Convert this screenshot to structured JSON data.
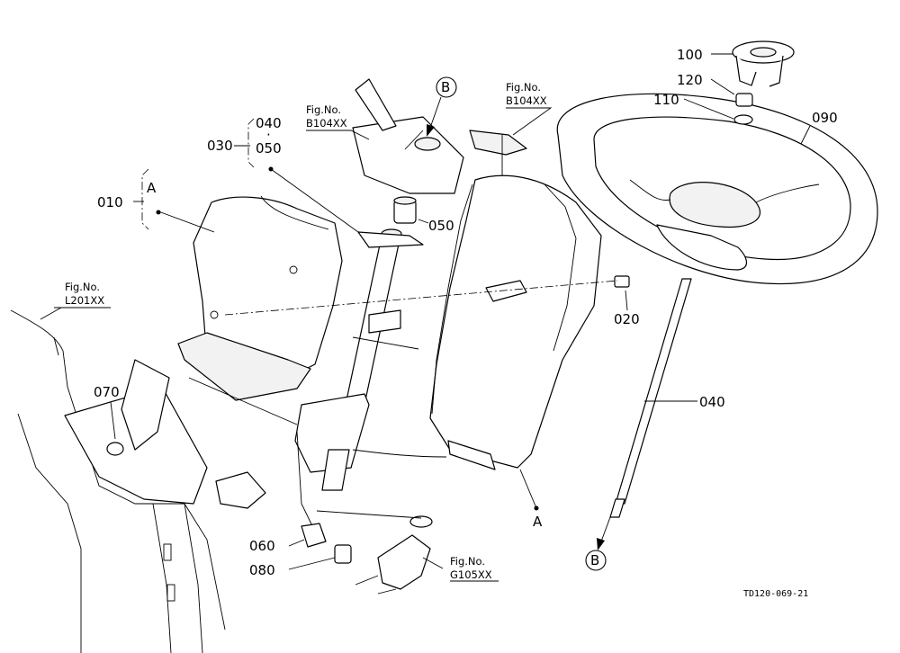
{
  "diagram_code": "TD120-069-21",
  "callouts": {
    "p100": "100",
    "p120": "120",
    "p110": "110",
    "p090": "090",
    "p030": "030",
    "p040a": "040",
    "p040_sep": "·",
    "p050a": "050",
    "p050b": "050",
    "p010": "010",
    "pA_top": "A",
    "pA_bottom": "A",
    "pB_top": "B",
    "pB_bottom": "B",
    "p020": "020",
    "p040": "040",
    "p070": "070",
    "p060": "060",
    "p080": "080"
  },
  "fig_refs": [
    {
      "label": "Fig.No.",
      "code": "B104XX"
    },
    {
      "label": "Fig.No.",
      "code": "B104XX"
    },
    {
      "label": "Fig.No.",
      "code": "L201XX"
    },
    {
      "label": "Fig.No.",
      "code": "G105XX"
    }
  ],
  "colors": {
    "ink": "#000000",
    "paper": "#ffffff"
  }
}
